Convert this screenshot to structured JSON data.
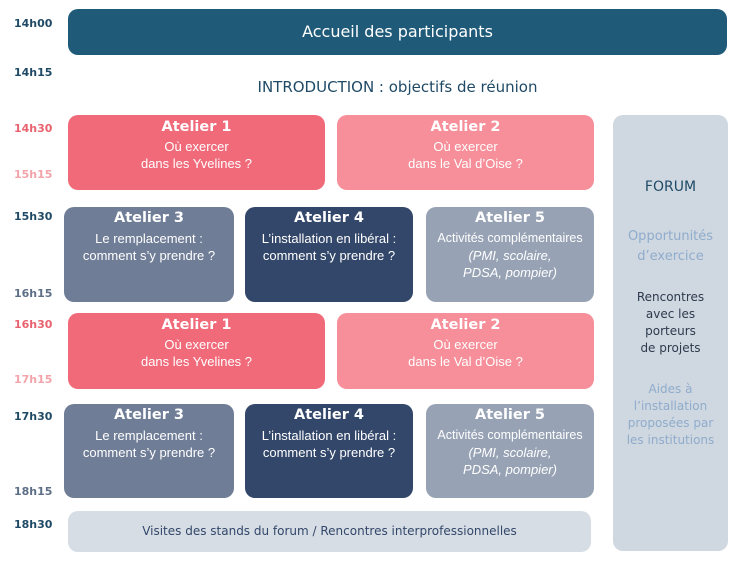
{
  "times": {
    "t1400": "14h00",
    "t1415": "14h15",
    "t1430a": "14h30",
    "t1515": "15h15",
    "t1530": "15h30",
    "t1615": "16h15",
    "t1630": "16h30",
    "t1715": "17h15",
    "t1730": "17h30",
    "t1815": "18h15",
    "t1830": "18h30"
  },
  "header": {
    "title": "Accueil des participants"
  },
  "intro": "INTRODUCTION : objectifs de réunion",
  "block1": {
    "a1": {
      "title": "Atelier 1",
      "line1": "Où exercer",
      "line2": "dans les Yvelines ?"
    },
    "a2": {
      "title": "Atelier 2",
      "line1": "Où exercer",
      "line2": "dans le Val d’Oise ?"
    }
  },
  "block2": {
    "a3": {
      "title": "Atelier 3",
      "line1": "Le remplacement :",
      "line2": "comment s’y prendre ?"
    },
    "a4": {
      "title": "Atelier 4",
      "line1": "L’installation en libéral :",
      "line2": "comment s’y prendre ?"
    },
    "a5": {
      "title": "Atelier 5",
      "line1": "Activités complémentaires",
      "line2": "(PMI, scolaire,",
      "line3": "PDSA, pompier)"
    }
  },
  "forum": {
    "title": "FORUM",
    "s1a": "Opportunités",
    "s1b": "d’exercice",
    "s2a": "Rencontres",
    "s2b": "avec les",
    "s2c": "porteurs",
    "s2d": "de projets",
    "s3a": "Aides à",
    "s3b": "l’installation",
    "s3c": "proposées par",
    "s3d": "les institutions"
  },
  "stands": "Visites des stands du forum / Rencontres interprofessionnelles",
  "colors": {
    "navy": "#1f5a78",
    "red": "#f06a7a",
    "pink": "#f68f99",
    "grey": "#6f7d97",
    "dark": "#33476a",
    "light": "#97a3b5",
    "forum": "#cfd7e0"
  }
}
